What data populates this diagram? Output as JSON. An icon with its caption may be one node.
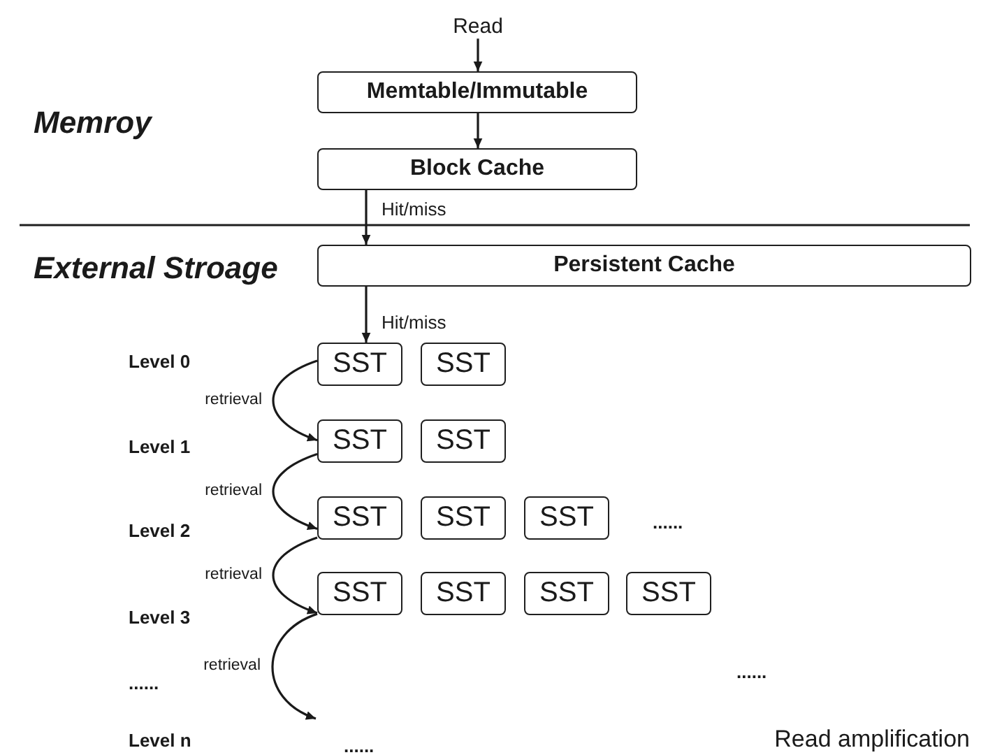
{
  "diagram": {
    "nodes": [
      {
        "text": [
          "Read"
        ]
      },
      {
        "text": [
          "Memtable/Immutable"
        ]
      },
      {
        "text": [
          "Block Cache"
        ]
      },
      {
        "text": [
          "Persistent Cache"
        ]
      },
      {
        "text": [
          "SST"
        ]
      },
      {
        "text": [
          "SST"
        ]
      },
      {
        "text": [
          "SST"
        ]
      },
      {
        "text": [
          "SST"
        ]
      },
      {
        "text": [
          "SST"
        ]
      },
      {
        "text": [
          "SST"
        ]
      },
      {
        "text": [
          "SST"
        ]
      },
      {
        "text": [
          "SST"
        ]
      },
      {
        "text": [
          "SST"
        ]
      },
      {
        "text": [
          "SST"
        ]
      },
      {
        "text": [
          "SST"
        ]
      }
    ],
    "edges": [
      {
        "from": 0,
        "to": 1,
        "arrow": "to"
      },
      {
        "from": 1,
        "to": 2,
        "arrow": "to"
      },
      {
        "from": 2,
        "to": 3,
        "arrow": "to",
        "label": "Hit/miss"
      },
      {
        "from": 3,
        "to": 4,
        "arrow": "to",
        "label": "Hit/miss"
      },
      {
        "from": 4,
        "to": 6,
        "arrow": "to",
        "label": "retrieval"
      },
      {
        "from": 6,
        "to": 8,
        "arrow": "to",
        "label": "retrieval"
      },
      {
        "from": 8,
        "to": 11,
        "arrow": "to",
        "label": "retrieval"
      },
      {
        "from": 11,
        "to": null,
        "arrow": "to",
        "label": "retrieval"
      }
    ],
    "labels": [
      "Memroy",
      "External Stroage",
      "Level 0",
      "Level 1",
      "Level 2",
      "......",
      "Level 3",
      "......",
      "......",
      "Level n",
      "......",
      "Read amplification"
    ]
  }
}
